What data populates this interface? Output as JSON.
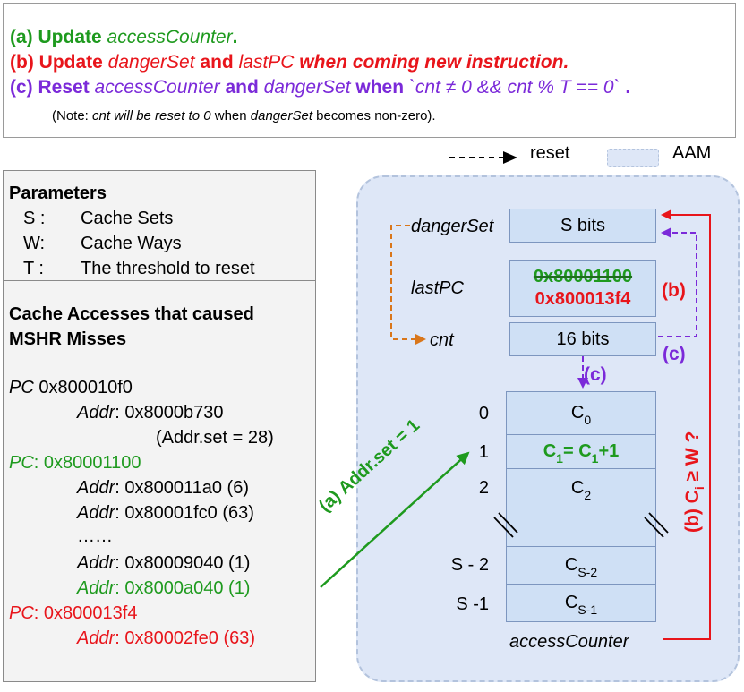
{
  "notes": {
    "a": {
      "label": "(a) Update ",
      "term": "accessCounter",
      "end": "."
    },
    "b": {
      "label": "(b) Update ",
      "term1": "dangerSet",
      "mid": " and ",
      "term2": "lastPC",
      "end": " when coming new instruction."
    },
    "c": {
      "label": "(c) Reset ",
      "term1": "accessCounter",
      "mid1": " and ",
      "term2": "dangerSet",
      "mid2": " when ",
      "cond": "`cnt ≠ 0 && cnt % T == 0`",
      "end": " ."
    },
    "note": {
      "prefix": "(Note:  ",
      "term1": "cnt will be reset to 0",
      "mid": "  when ",
      "term2": "dangerSet",
      "suffix": " becomes non-zero)."
    }
  },
  "legend": {
    "reset": "reset",
    "aam": "AAM"
  },
  "parameters": {
    "title": "Parameters",
    "items": [
      {
        "key": "S :",
        "desc": "Cache Sets"
      },
      {
        "key": "W:",
        "desc": "Cache Ways"
      },
      {
        "key": "T :",
        "desc": "The threshold to reset"
      }
    ]
  },
  "accesses": {
    "title_line1": "Cache Accesses that caused",
    "title_line2": "MSHR Misses",
    "pc1": {
      "label": "PC",
      "value": " 0x800010f0"
    },
    "addr1": {
      "label": "Addr",
      "value": ": 0x8000b730"
    },
    "addr1_set": "(Addr.set = 28)",
    "pc2": {
      "label": "PC",
      "value": ": 0x80001100"
    },
    "addr2": {
      "label": "Addr",
      "value": ": 0x800011a0 (6)"
    },
    "addr3": {
      "label": "Addr",
      "value": ": 0x80001fc0  (63)"
    },
    "ellipsis": "……",
    "addr4": {
      "label": "Addr",
      "value": ": 0x80009040 (1)"
    },
    "addr5": {
      "label": "Addr",
      "value": ": 0x8000a040 (1)"
    },
    "pc3": {
      "label": "PC",
      "value": ": 0x800013f4"
    },
    "addr6": {
      "label": "Addr",
      "value": ": 0x80002fe0 (63)"
    }
  },
  "registers": {
    "dangerset": {
      "label": "dangerSet",
      "value": "S bits"
    },
    "lastpc": {
      "label": "lastPC",
      "old": "0x80001100",
      "new": "0x800013f4"
    },
    "cnt": {
      "label": "cnt",
      "value": "16 bits"
    }
  },
  "counter": {
    "label": "accessCounter",
    "rows": [
      {
        "idx": "0",
        "text": "C",
        "sub": "0"
      },
      {
        "idx": "1",
        "text": "C",
        "sub": "1",
        "mid": "= C",
        "sub2": "1",
        "end": " +1"
      },
      {
        "idx": "2",
        "text": "C",
        "sub": "2"
      },
      {
        "idx": "S - 2",
        "text": "C",
        "sub": "S-2"
      },
      {
        "idx": "S -1",
        "text": "C",
        "sub": "S-1"
      }
    ]
  },
  "annotations": {
    "b_right": "(b)",
    "c_right": "(c)",
    "c_down": "(c)",
    "a_arrow": "(a) Addr.set = 1",
    "b_vertical_pre": "(b) C",
    "b_vertical_sub": "i",
    "b_vertical_post": " ≥ W ?"
  },
  "colors": {
    "green": "#1e9a1e",
    "red": "#e8151b",
    "purple": "#7b2ad9",
    "orange": "#d9761a",
    "cell": "#cfe0f5",
    "aam": "#dee7f7"
  }
}
